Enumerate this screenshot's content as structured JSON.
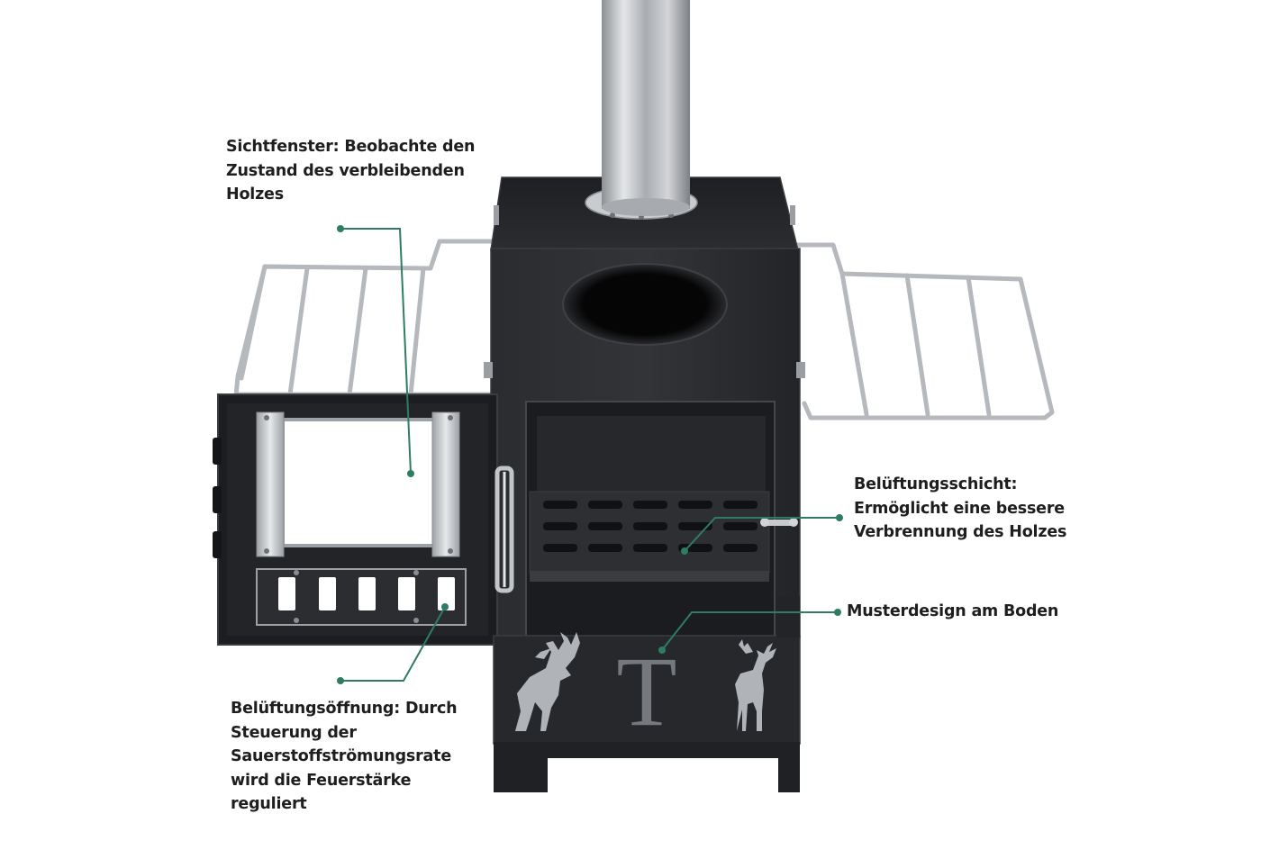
{
  "colors": {
    "accent": "#2e7d62",
    "stove_body": "#26282c",
    "stove_top": "#1f2124",
    "steel": "#b9bcc0",
    "background": "#ffffff"
  },
  "callouts": [
    {
      "id": "sichtfenster",
      "lines": [
        "Sichtfenster: Beobachte den",
        "Zustand des verbleibenden",
        "Holzes"
      ]
    },
    {
      "id": "belueftungsschicht",
      "lines": [
        "Belüftungsschicht:",
        "Ermöglicht eine bessere",
        "Verbrennung des Holzes"
      ]
    },
    {
      "id": "musterdesign",
      "lines": [
        "Musterdesign am Boden"
      ]
    },
    {
      "id": "belueftungsoeffnung",
      "lines": [
        "Belüftungsöffnung: Durch",
        "Steuerung der",
        "Sauerstoffströmungsrate",
        "wird die Feuerstärke",
        "reguliert"
      ]
    }
  ],
  "stove": {
    "pattern_letter": "T",
    "icons": [
      "rearing-deer-icon",
      "standing-deer-icon"
    ]
  }
}
